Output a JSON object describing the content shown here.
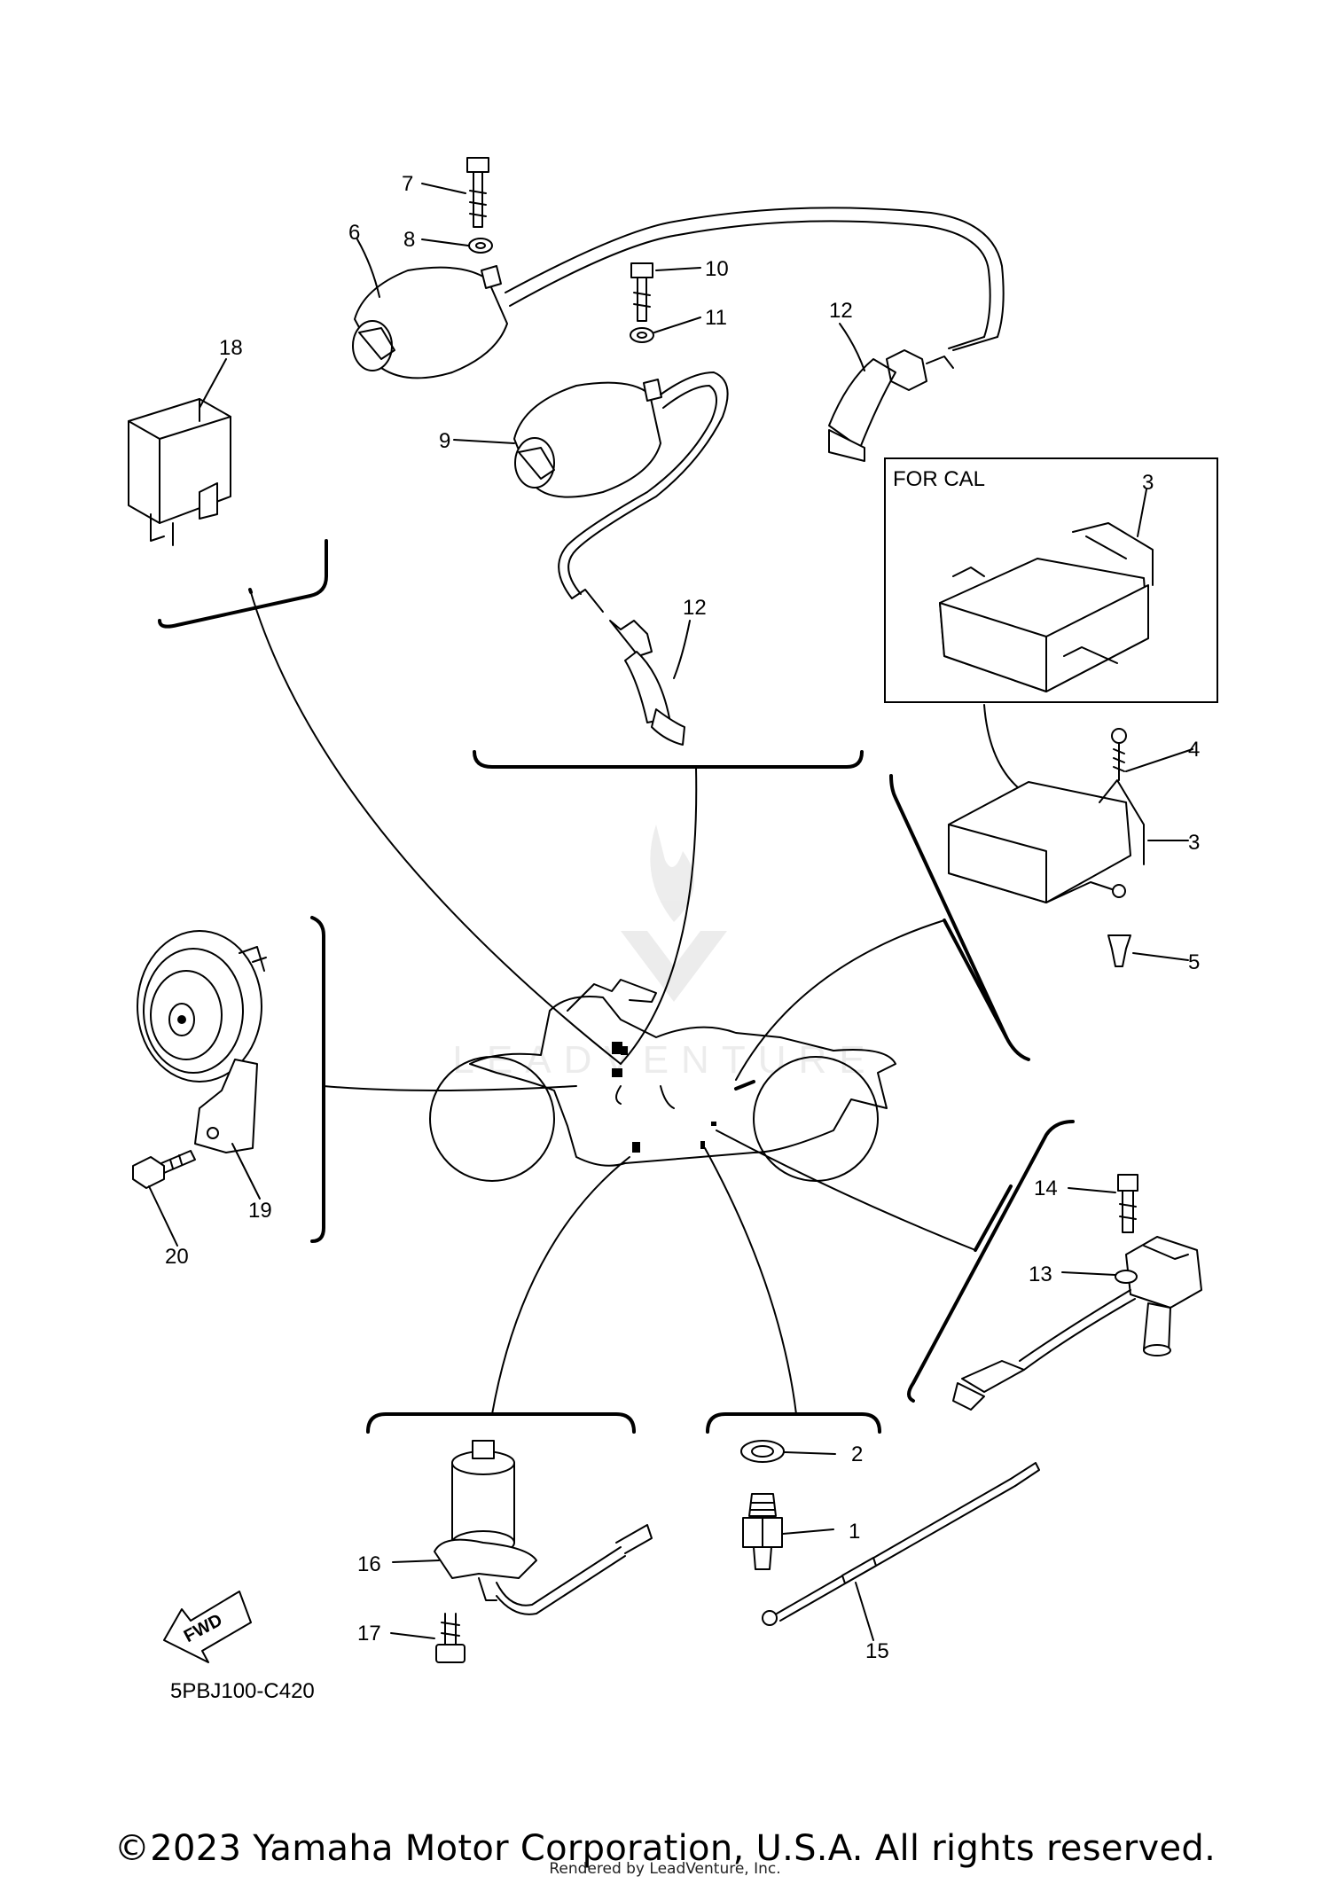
{
  "diagram": {
    "code": "5PBJ100-C420",
    "inset_label": "FOR CAL",
    "fwd_label": "FWD",
    "watermark": "LEADVENTURE",
    "callouts": [
      {
        "id": "c1",
        "text": "1"
      },
      {
        "id": "c2",
        "text": "2"
      },
      {
        "id": "c3a",
        "text": "3"
      },
      {
        "id": "c3b",
        "text": "3"
      },
      {
        "id": "c4",
        "text": "4"
      },
      {
        "id": "c5",
        "text": "5"
      },
      {
        "id": "c6",
        "text": "6"
      },
      {
        "id": "c7",
        "text": "7"
      },
      {
        "id": "c8",
        "text": "8"
      },
      {
        "id": "c9",
        "text": "9"
      },
      {
        "id": "c10",
        "text": "10"
      },
      {
        "id": "c11",
        "text": "11"
      },
      {
        "id": "c12a",
        "text": "12"
      },
      {
        "id": "c12b",
        "text": "12"
      },
      {
        "id": "c13",
        "text": "13"
      },
      {
        "id": "c14",
        "text": "14"
      },
      {
        "id": "c15",
        "text": "15"
      },
      {
        "id": "c16",
        "text": "16"
      },
      {
        "id": "c17",
        "text": "17"
      },
      {
        "id": "c18",
        "text": "18"
      },
      {
        "id": "c19",
        "text": "19"
      },
      {
        "id": "c20",
        "text": "20"
      }
    ]
  },
  "footer": {
    "copyright": "©2023 Yamaha Motor Corporation, U.S.A. All rights reserved.",
    "rendered_by": "Rendered by LeadVenture, Inc."
  }
}
